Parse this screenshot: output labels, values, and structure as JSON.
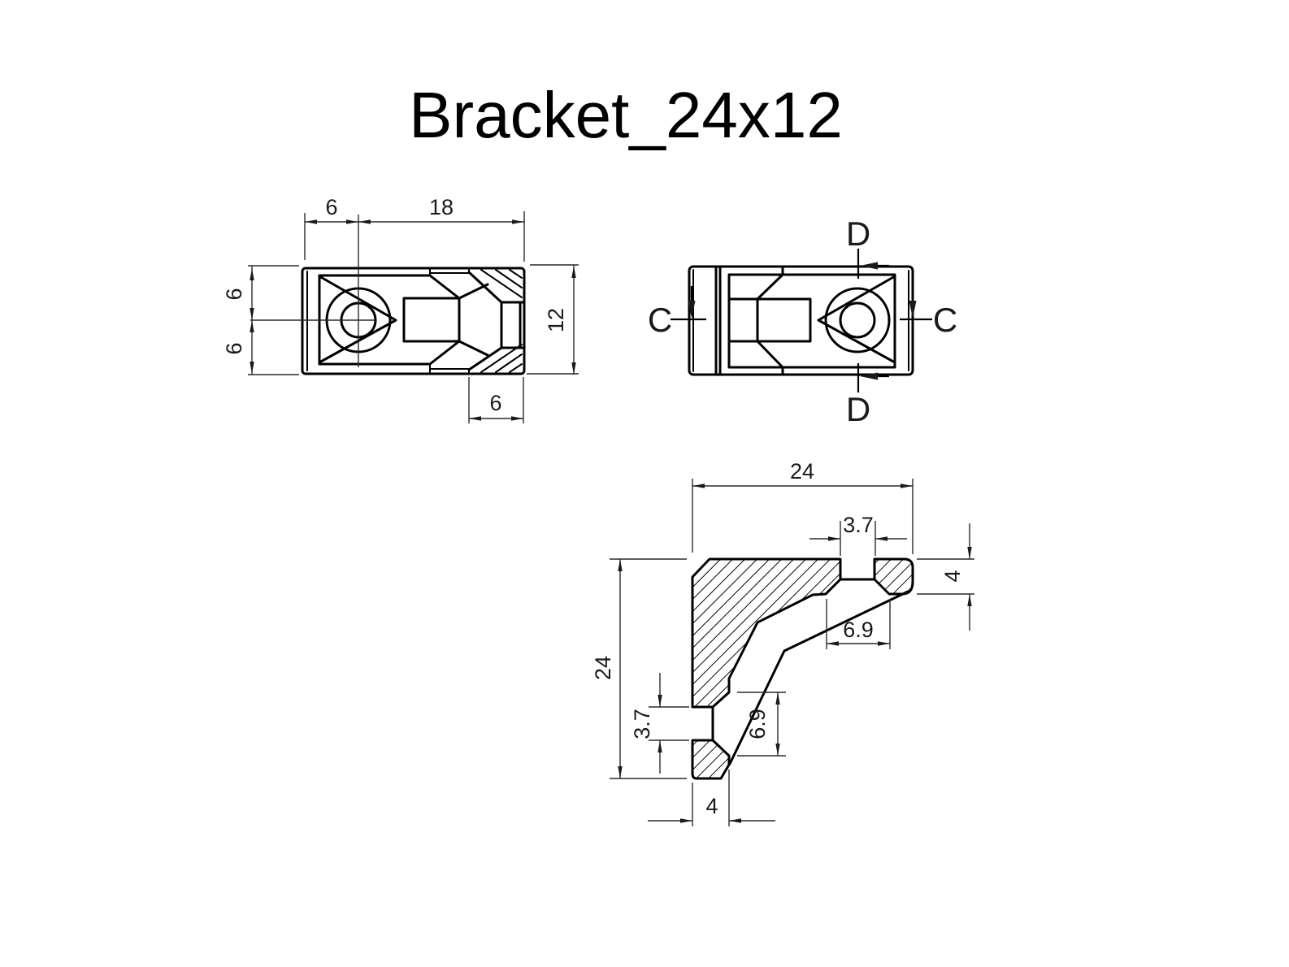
{
  "title": "Bracket_24x12",
  "colors": {
    "line": "#000000",
    "dim": "#2a2a2a",
    "background": "#ffffff"
  },
  "top_view": {
    "dim_left_offset": "6",
    "dim_hole_to_end": "18",
    "dim_top_half": "6",
    "dim_bottom_half": "6",
    "dim_height": "12",
    "dim_end_width": "6"
  },
  "bottom_view": {
    "section_c": "C",
    "section_d": "D"
  },
  "section_view": {
    "dim_width": "24",
    "dim_height": "24",
    "dim_top_hole": "3.7",
    "dim_side_hole": "3.7",
    "dim_top_cbore": "6.9",
    "dim_side_cbore": "6.9",
    "dim_top_thickness": "4",
    "dim_side_thickness": "4"
  }
}
